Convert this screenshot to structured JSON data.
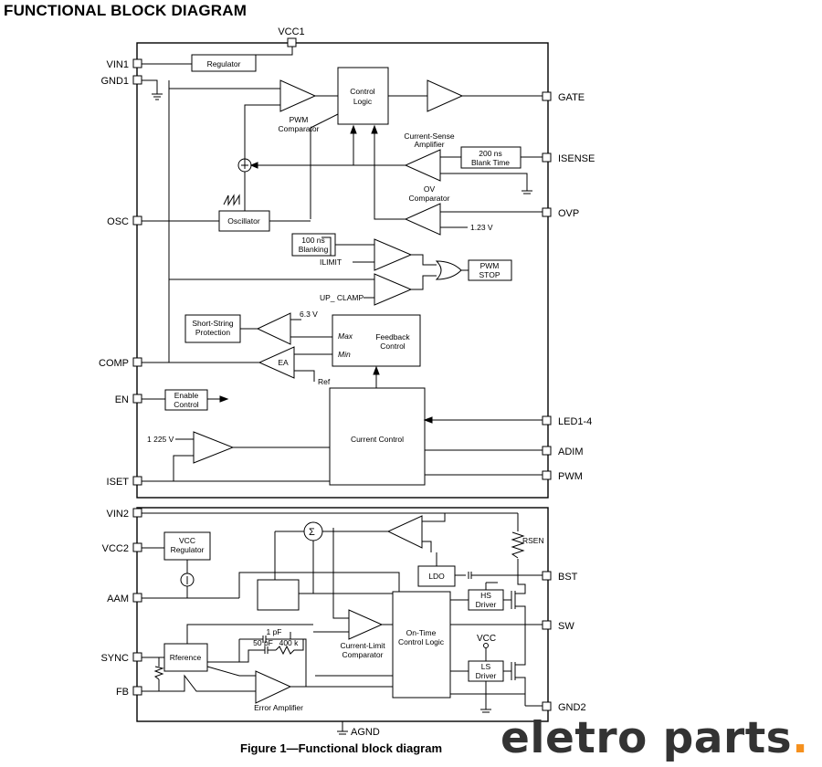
{
  "header": {
    "title": "FUNCTIONAL BLOCK DIAGRAM"
  },
  "caption": "Figure 1—Functional block diagram",
  "brand": {
    "text": "eletro parts",
    "dot": ".",
    "dot_color": "#f5901e",
    "text_color": "#333333"
  },
  "pins_left": {
    "vin1": "VIN1",
    "gnd1": "GND1",
    "osc": "OSC",
    "comp": "COMP",
    "en": "EN",
    "iset": "ISET",
    "vin2": "VIN2",
    "vcc2": "VCC2",
    "aam": "AAM",
    "sync": "SYNC",
    "fb": "FB"
  },
  "pins_right": {
    "gate": "GATE",
    "isense": "ISENSE",
    "ovp": "OVP",
    "led": "LED1-4",
    "adim": "ADIM",
    "pwm": "PWM",
    "bst": "BST",
    "sw": "SW",
    "gnd2": "GND2"
  },
  "pins_other": {
    "vcc1": "VCC1",
    "agnd": "AGND"
  },
  "blocks": {
    "regulator": "Regulator",
    "control_logic": [
      "Control",
      "Logic"
    ],
    "blank_time": [
      "200 ns",
      "Blank Time"
    ],
    "oscillator": "Oscillator",
    "blanking": [
      "100 ns",
      "Blanking"
    ],
    "pwm_stop": [
      "PWM",
      "STOP"
    ],
    "short_string": [
      "Short-String",
      "Protection"
    ],
    "feedback_control": [
      "Feedback",
      "Control"
    ],
    "enable_control": [
      "Enable",
      "Control"
    ],
    "current_control": "Current Control",
    "vcc_regulator": [
      "VCC",
      "Regulator"
    ],
    "ldo": "LDO",
    "hs_driver": [
      "HS",
      "Driver"
    ],
    "ls_driver": [
      "LS",
      "Driver"
    ],
    "ontime": [
      "On-Time",
      "Control Logic"
    ],
    "reference": "Rference"
  },
  "labels": {
    "pwm_comparator": [
      "PWM",
      "Comparator"
    ],
    "cs_amp": [
      "Current-Sense",
      "Amplifier"
    ],
    "ov_comparator": [
      "OV",
      "Comparator"
    ],
    "v123": "1.23 V",
    "ilimit": "ILIMIT",
    "up_clamp": "UP_ CLAMP",
    "v63": "6.3 V",
    "max": "Max",
    "min": "Min",
    "ea": "EA",
    "ref": "Ref",
    "v1225": "1 225 V",
    "rsen": "RSEN",
    "vcc": "VCC",
    "cl_comp": [
      "Current-Limit",
      "Comparator"
    ],
    "err_amp": "Error Amplifier",
    "c1pf": "1 pF",
    "c50pf": "50 pF",
    "r400k": "400 k",
    "plus": "+",
    "sum": "Σ"
  }
}
